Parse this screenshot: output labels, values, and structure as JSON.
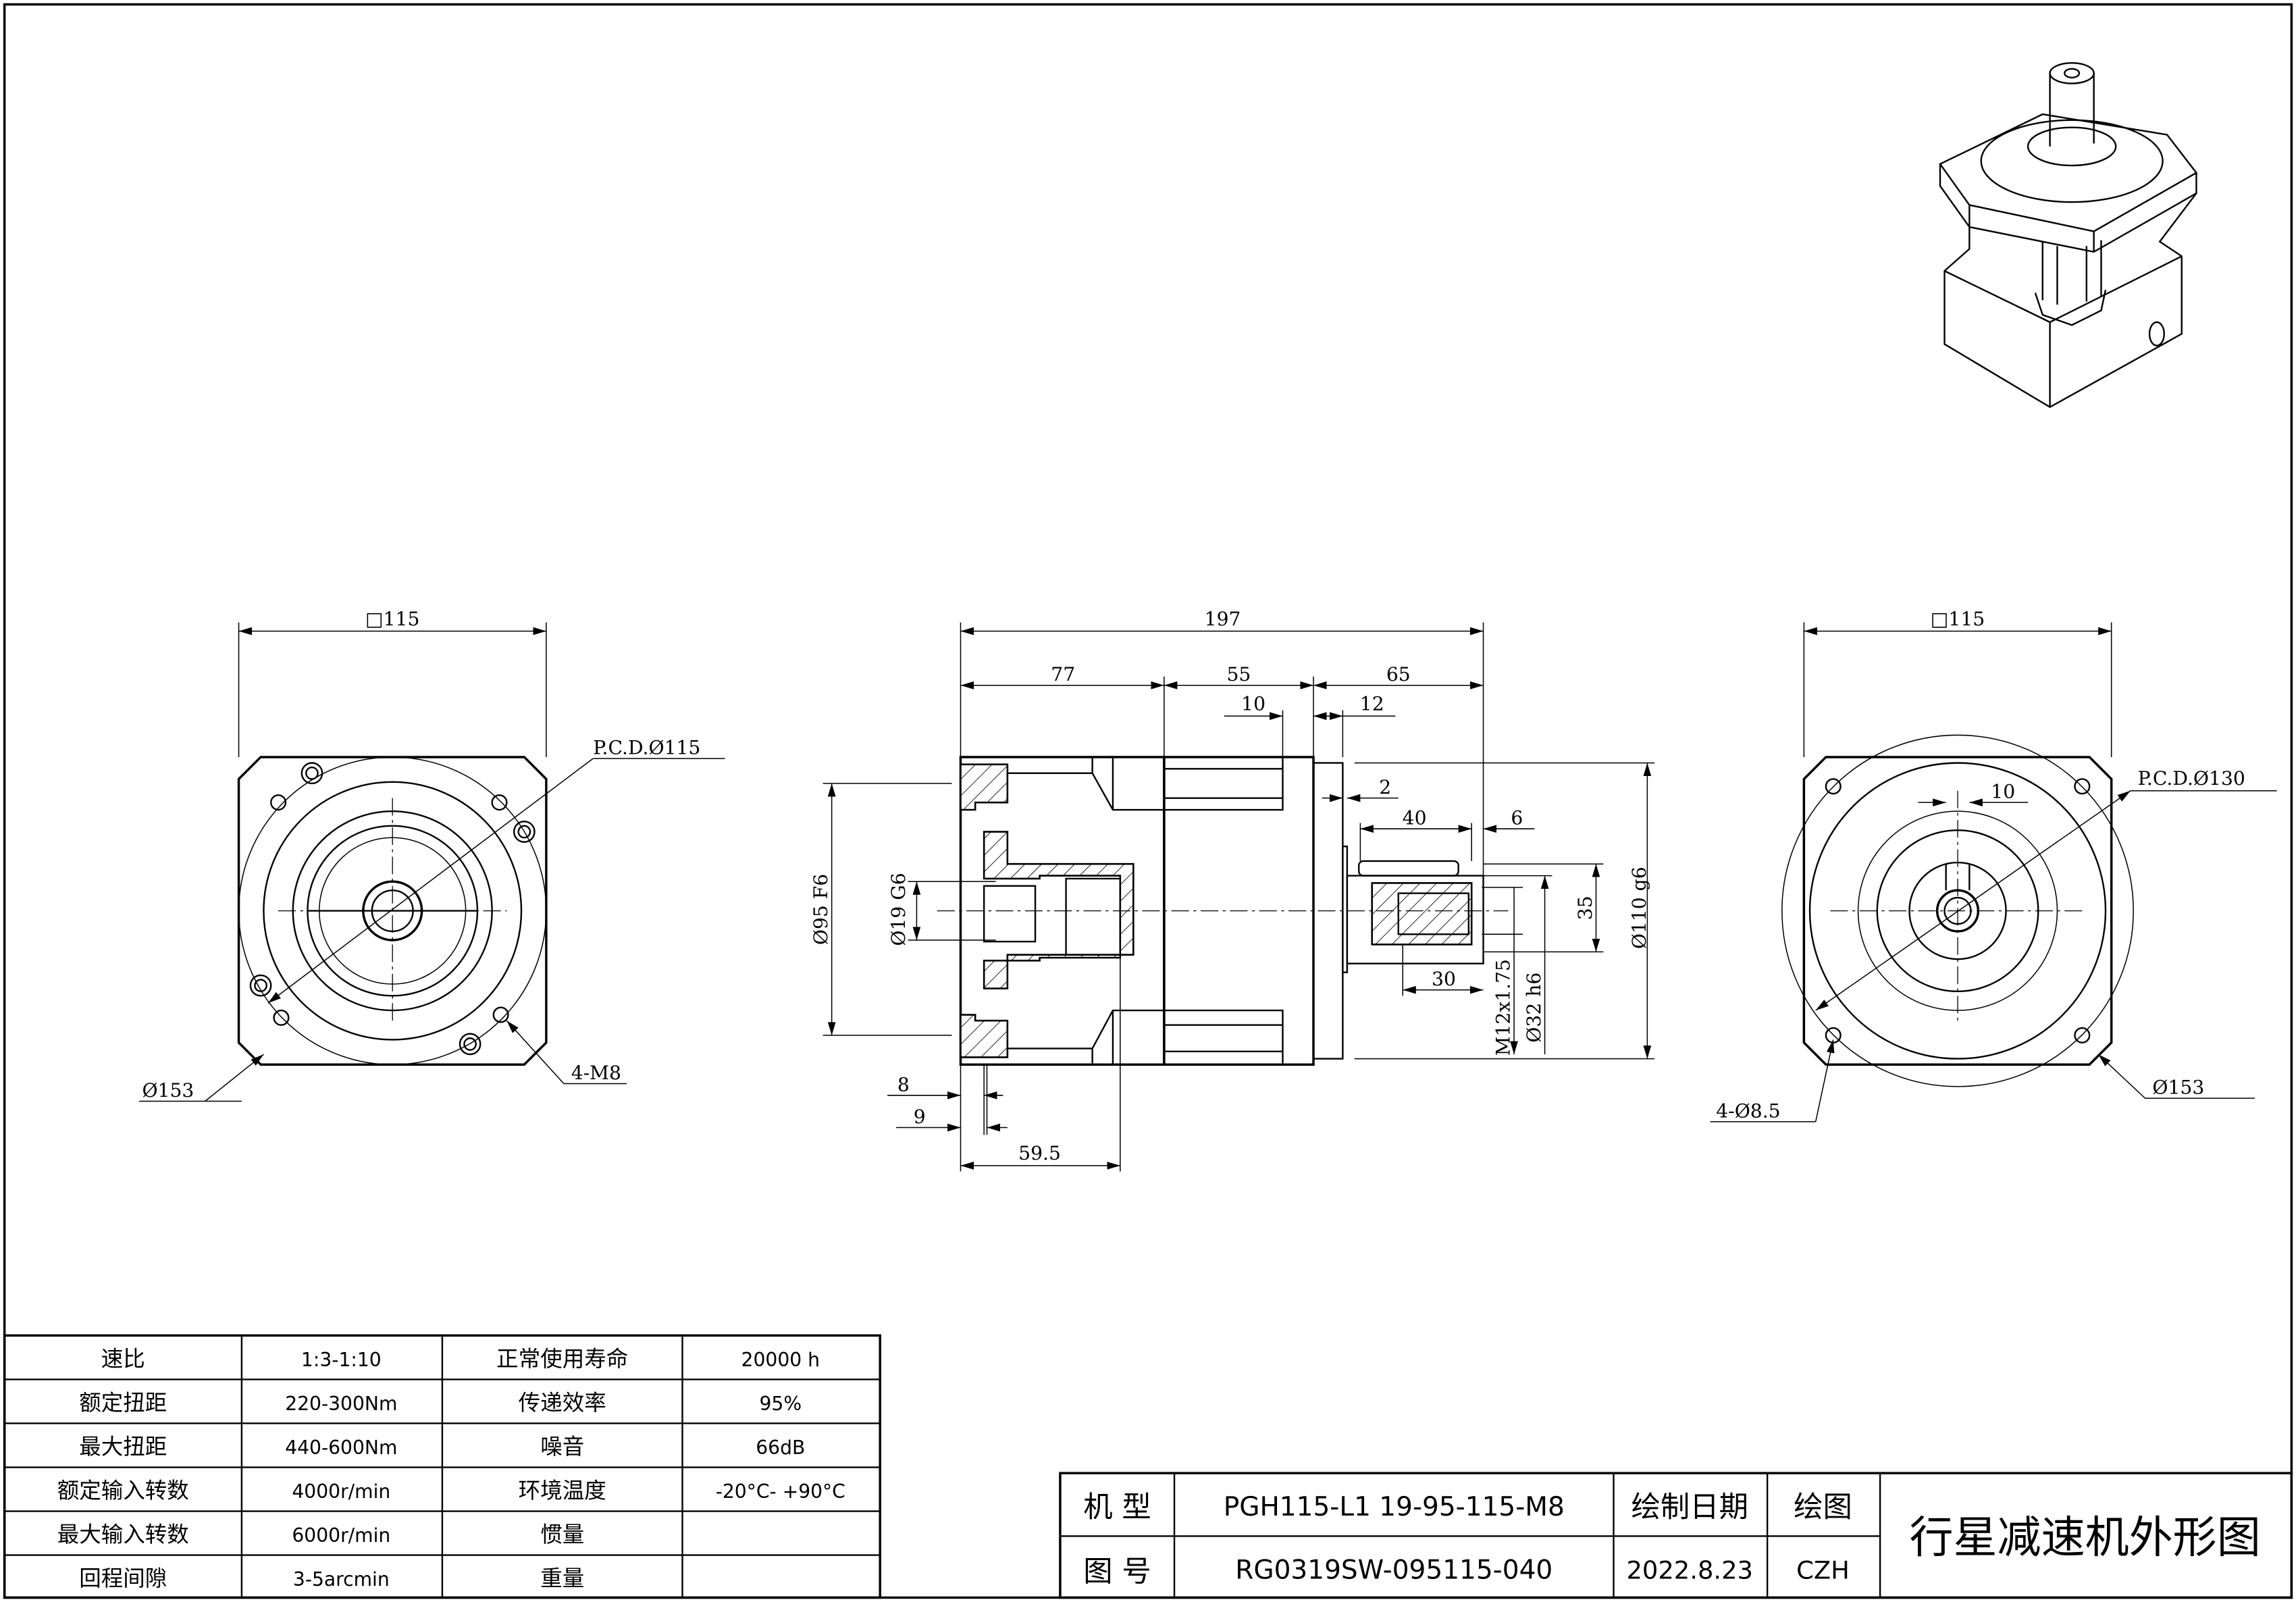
{
  "drawing_title": "行星减速机外形图",
  "left_view": {
    "square": "□115",
    "pcd": "P.C.D.Ø115",
    "outer_dia": "Ø153",
    "holes": "4-M8"
  },
  "side_view": {
    "overall": "197",
    "seg1": "77",
    "seg2": "55",
    "seg3": "65",
    "d10": "10",
    "d12": "12",
    "d2": "2",
    "d40": "40",
    "d6": "6",
    "d30": "30",
    "d35": "35",
    "bore": "Ø95 F6",
    "shaft_in": "Ø19 G6",
    "pilot": "Ø110 g6",
    "shaft_out": "Ø32 h6",
    "thread": "M12x1.75",
    "d8": "8",
    "d9": "9",
    "d59_5": "59.5"
  },
  "right_view": {
    "square": "□115",
    "pcd": "P.C.D.Ø130",
    "key": "10",
    "outer_dia": "Ø153",
    "holes": "4-Ø8.5"
  },
  "spec_table": {
    "rows": [
      [
        "速比",
        "1:3-1:10",
        "正常使用寿命",
        "20000 h"
      ],
      [
        "额定扭距",
        "220-300Nm",
        "传递效率",
        "95%"
      ],
      [
        "最大扭距",
        "440-600Nm",
        "噪音",
        "66dB"
      ],
      [
        "额定输入转数",
        "4000r/min",
        "环境温度",
        "-20°C- +90°C"
      ],
      [
        "最大输入转数",
        "6000r/min",
        "惯量",
        ""
      ],
      [
        "回程间隙",
        "3-5arcmin",
        "重量",
        ""
      ]
    ]
  },
  "title_block": {
    "model_label": "机 型",
    "model_value": "PGH115-L1 19-95-115-M8",
    "date_label": "绘制日期",
    "drawer_label": "绘图",
    "drawing_no_label": "图 号",
    "drawing_no_value": "RG0319SW-095115-040",
    "date_value": "2022.8.23",
    "drawer_value": "CZH"
  }
}
